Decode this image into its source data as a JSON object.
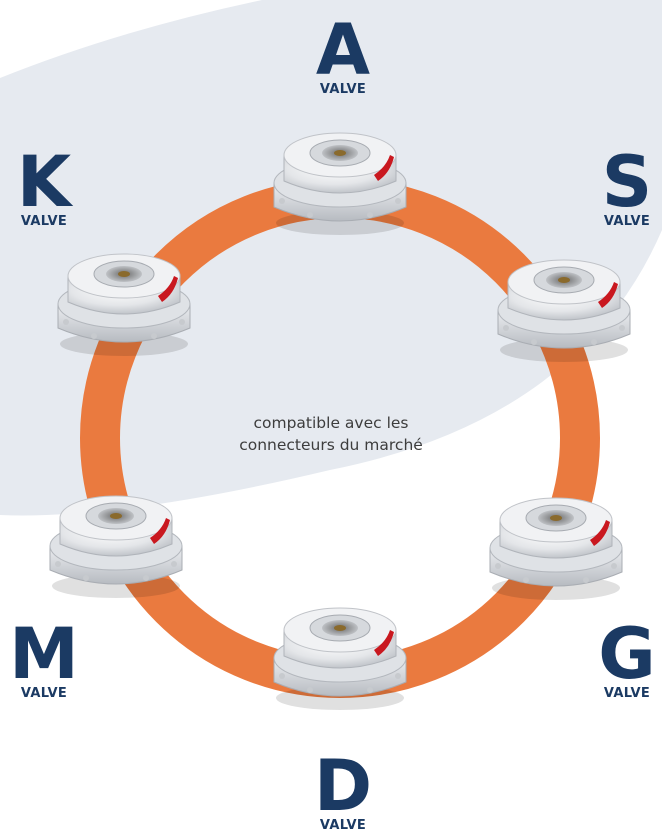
{
  "caption": {
    "line1": "compatible avec les",
    "line2": "connecteurs du marché"
  },
  "valves": [
    {
      "id": "a",
      "letter": "A",
      "word": "VALVE"
    },
    {
      "id": "s",
      "letter": "S",
      "word": "VALVE"
    },
    {
      "id": "g",
      "letter": "G",
      "word": "VALVE"
    },
    {
      "id": "d",
      "letter": "D",
      "word": "VALVE"
    },
    {
      "id": "m",
      "letter": "M",
      "word": "VALVE"
    },
    {
      "id": "k",
      "letter": "K",
      "word": "VALVE"
    }
  ],
  "colors": {
    "ring": "#ea7a3f",
    "label": "#1b3a63",
    "background_blob": "#e6eaf0",
    "connector_body": "#e9ebee",
    "connector_clip": "#c9181f"
  }
}
